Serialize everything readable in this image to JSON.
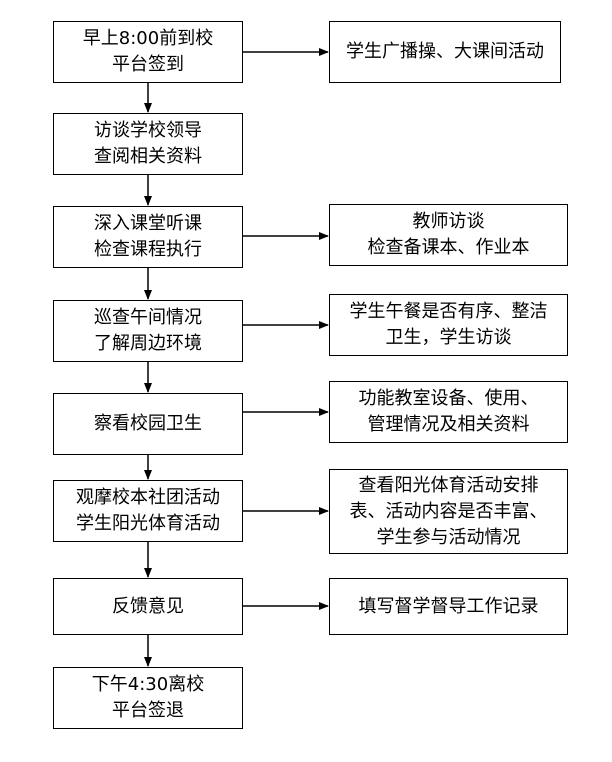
{
  "steps": [
    {
      "lines": [
        "早上8:00前到校",
        "平台签到"
      ]
    },
    {
      "lines": [
        "访谈学校领导",
        "查阅相关资料"
      ]
    },
    {
      "lines": [
        "深入课堂听课",
        "检查课程执行"
      ]
    },
    {
      "lines": [
        "巡查午间情况",
        "了解周边环境"
      ]
    },
    {
      "lines": [
        "察看校园卫生"
      ]
    },
    {
      "lines": [
        "观摩校本社团活动",
        "学生阳光体育活动"
      ]
    },
    {
      "lines": [
        "反馈意见"
      ]
    },
    {
      "lines": [
        "下午4:30离校",
        "平台签退"
      ]
    }
  ],
  "notes": [
    {
      "lines": [
        "学生广播操、大课间活动"
      ]
    },
    {
      "lines": [
        "教师访谈",
        "检查备课本、作业本"
      ]
    },
    {
      "lines": [
        "学生午餐是否有序、整洁",
        "卫生，学生访谈"
      ]
    },
    {
      "lines": [
        "功能教室设备、使用、",
        "管理情况及相关资料"
      ]
    },
    {
      "lines": [
        "查看阳光体育活动安排",
        "表、活动内容是否丰富、",
        "学生参与活动情况"
      ]
    },
    {
      "lines": [
        "填写督学督导工作记录"
      ]
    }
  ]
}
